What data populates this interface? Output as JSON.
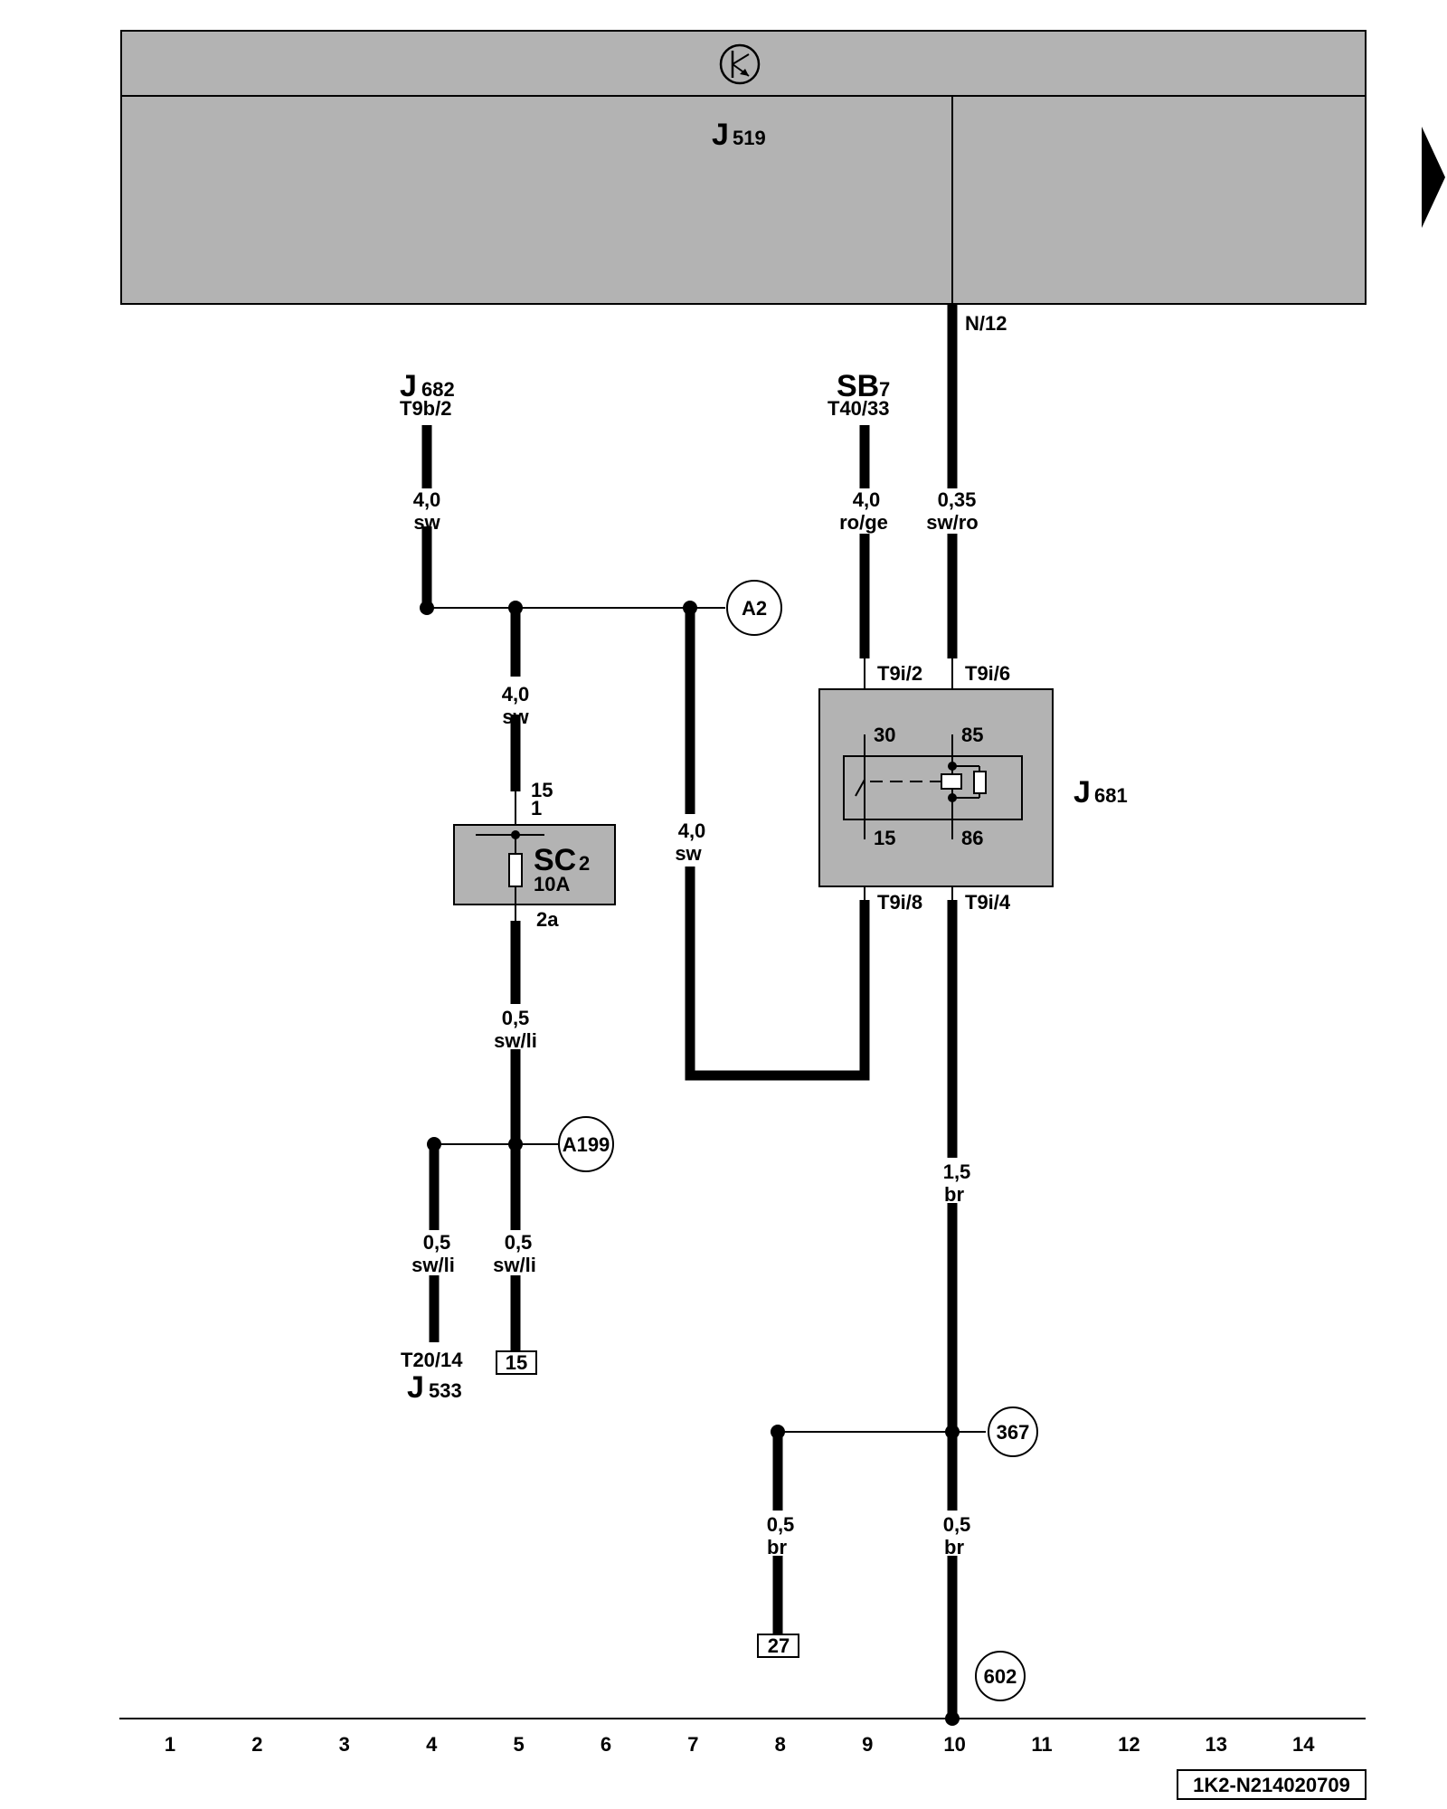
{
  "control_unit": {
    "name": "J",
    "subscript": "519",
    "ground_symbol_icon": "ground-arrow-icon"
  },
  "page_arrow_icon": "next-page-arrow-icon",
  "components": {
    "j682": {
      "name": "J",
      "subscript": "682",
      "pin": "T9b/2"
    },
    "sb7": {
      "name": "SB",
      "subscript": "7",
      "pin": "T40/33"
    },
    "sc2": {
      "name": "SC",
      "subscript": "2",
      "rating": "10A",
      "pin_top_a": "15",
      "pin_top_b": "1",
      "pin_bottom": "2a"
    },
    "j681": {
      "name": "J",
      "subscript": "681",
      "connector_pins": [
        "T9i/2",
        "T9i/6",
        "T9i/8",
        "T9i/4"
      ],
      "relay_pins": [
        "30",
        "85",
        "15",
        "86"
      ]
    },
    "j533": {
      "name": "J",
      "subscript": "533",
      "pin": "T20/14"
    },
    "n12": "N/12"
  },
  "wires": [
    {
      "id": "w1",
      "size": "4,0",
      "color": "sw"
    },
    {
      "id": "w2",
      "size": "4,0",
      "color": "sw"
    },
    {
      "id": "w3",
      "size": "4,0",
      "color": "sw"
    },
    {
      "id": "w4",
      "size": "4,0",
      "color": "ro/ge"
    },
    {
      "id": "w5",
      "size": "0,35",
      "color": "sw/ro"
    },
    {
      "id": "w6",
      "size": "0,5",
      "color": "sw/li"
    },
    {
      "id": "w7",
      "size": "0,5",
      "color": "sw/li"
    },
    {
      "id": "w8",
      "size": "0,5",
      "color": "sw/li"
    },
    {
      "id": "w9",
      "size": "1,5",
      "color": "br"
    },
    {
      "id": "w10",
      "size": "0,5",
      "color": "br"
    },
    {
      "id": "w11",
      "size": "0,5",
      "color": "br"
    }
  ],
  "connections": {
    "a2": "A2",
    "a199": "A199",
    "c367": "367",
    "c602": "602"
  },
  "terminals": {
    "t15": "15",
    "t27": "27"
  },
  "current_tracks": [
    "1",
    "2",
    "3",
    "4",
    "5",
    "6",
    "7",
    "8",
    "9",
    "10",
    "11",
    "12",
    "13",
    "14"
  ],
  "document_id": "1K2-N214020709"
}
